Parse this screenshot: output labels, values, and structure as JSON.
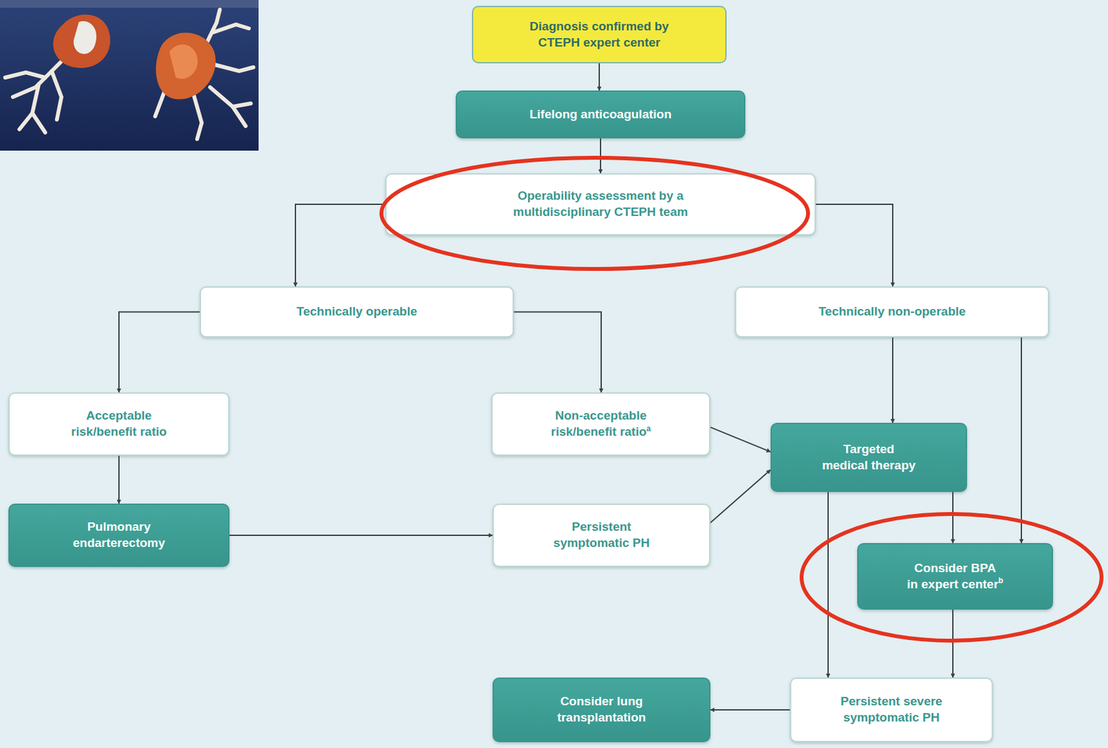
{
  "diagram": {
    "nodes": [
      {
        "text": [
          "Diagnosis confirmed by CTEPH expert center"
        ]
      },
      {
        "text": [
          "Lifelong anticoagulation"
        ]
      },
      {
        "text": [
          "Operability assessment by a multidisciplinary CTEPH team"
        ]
      },
      {
        "text": [
          "Technically operable"
        ]
      },
      {
        "text": [
          "Technically non-operable"
        ]
      },
      {
        "text": [
          "Acceptable risk/benefit ratio"
        ]
      },
      {
        "text": [
          "Non-acceptable risk/benefit ratio",
          "a"
        ]
      },
      {
        "text": [
          "Targeted medical therapy"
        ]
      },
      {
        "text": [
          "Pulmonary endarterectomy"
        ]
      },
      {
        "text": [
          "Persistent symptomatic PH"
        ]
      },
      {
        "text": [
          "Consider BPA in expert center",
          "b"
        ]
      },
      {
        "text": [
          "Consider lung transplantation"
        ]
      },
      {
        "text": [
          "Persistent severe symptomatic PH"
        ]
      }
    ],
    "edges": [
      {
        "from": 0,
        "to": 1,
        "arrow": "to"
      },
      {
        "from": 1,
        "to": 2,
        "arrow": "to"
      },
      {
        "from": 2,
        "to": 3,
        "arrow": "to"
      },
      {
        "from": 2,
        "to": 4,
        "arrow": "to"
      },
      {
        "from": 3,
        "to": 5,
        "arrow": "to"
      },
      {
        "from": 3,
        "to": 6,
        "arrow": "to"
      },
      {
        "from": 5,
        "to": 8,
        "arrow": "to"
      },
      {
        "from": 8,
        "to": 9,
        "arrow": "to"
      },
      {
        "from": 6,
        "to": 7,
        "arrow": "to"
      },
      {
        "from": 9,
        "to": 7,
        "arrow": "to"
      },
      {
        "from": 4,
        "to": 7,
        "arrow": "to"
      },
      {
        "from": 4,
        "to": 10,
        "arrow": "to"
      },
      {
        "from": 7,
        "to": 10,
        "arrow": "to"
      },
      {
        "from": 7,
        "to": 12,
        "arrow": "to"
      },
      {
        "from": 10,
        "to": 12,
        "arrow": "to"
      },
      {
        "from": 12,
        "to": 11,
        "arrow": "to"
      }
    ]
  }
}
